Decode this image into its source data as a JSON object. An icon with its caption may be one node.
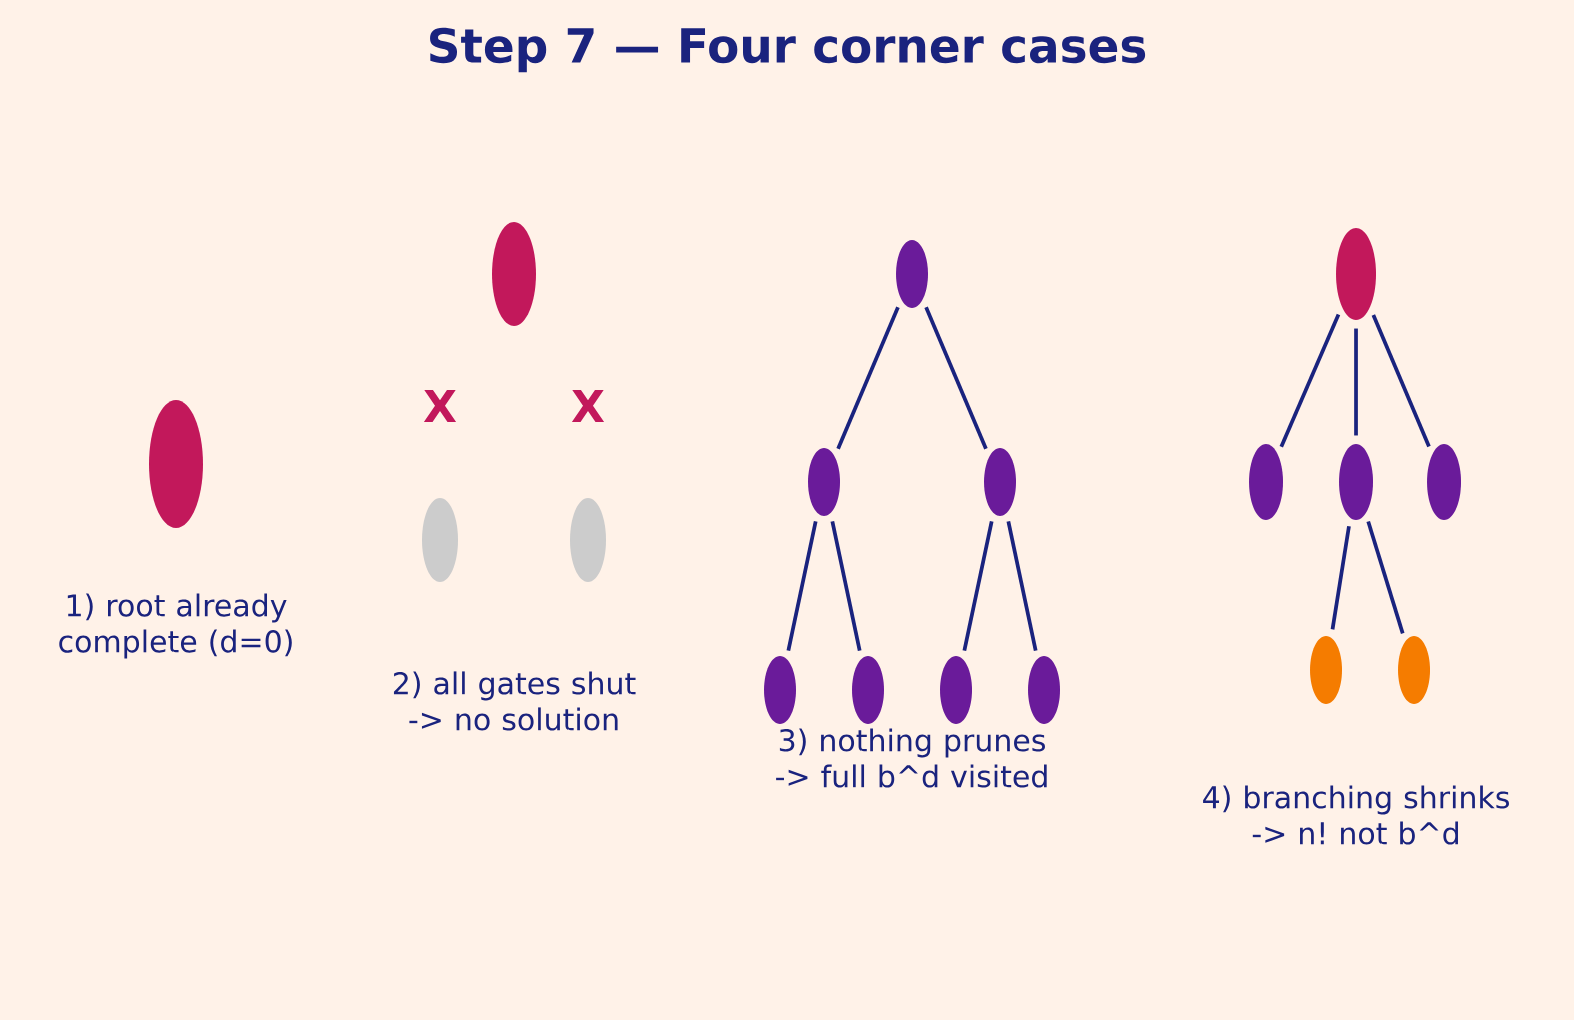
{
  "diagram": {
    "title": "Step 7 — Four corner cases",
    "nodes": [
      {
        "text": [],
        "shape": "ellipse"
      },
      {
        "text": [],
        "shape": "ellipse"
      },
      {
        "text": [],
        "shape": "ellipse"
      },
      {
        "text": [],
        "shape": "ellipse"
      },
      {
        "text": [],
        "shape": "ellipse"
      },
      {
        "text": [],
        "shape": "ellipse"
      },
      {
        "text": [],
        "shape": "ellipse"
      },
      {
        "text": [],
        "shape": "ellipse"
      },
      {
        "text": [],
        "shape": "ellipse"
      },
      {
        "text": [],
        "shape": "ellipse"
      },
      {
        "text": [],
        "shape": "ellipse"
      },
      {
        "text": [],
        "shape": "ellipse"
      },
      {
        "text": [],
        "shape": "ellipse"
      },
      {
        "text": [],
        "shape": "ellipse"
      },
      {
        "text": [],
        "shape": "ellipse"
      },
      {
        "text": [],
        "shape": "ellipse"
      },
      {
        "text": [],
        "shape": "ellipse"
      }
    ],
    "edges": [
      {
        "from": 4,
        "to": 5,
        "arrow": "none"
      },
      {
        "from": 4,
        "to": 6,
        "arrow": "none"
      },
      {
        "from": 5,
        "to": 7,
        "arrow": "none"
      },
      {
        "from": 5,
        "to": 8,
        "arrow": "none"
      },
      {
        "from": 6,
        "to": 9,
        "arrow": "none"
      },
      {
        "from": 6,
        "to": 10,
        "arrow": "none"
      },
      {
        "from": 11,
        "to": 12,
        "arrow": "none"
      },
      {
        "from": 11,
        "to": 13,
        "arrow": "none"
      },
      {
        "from": 11,
        "to": 14,
        "arrow": "none"
      },
      {
        "from": 13,
        "to": 15,
        "arrow": "none"
      },
      {
        "from": 13,
        "to": 16,
        "arrow": "none"
      }
    ],
    "labels": [
      "1) root already complete (d=0)",
      "X",
      "X",
      "2) all gates shut -> no solution",
      "3) nothing prunes -> full b^d visited",
      "4) branching shrinks -> n! not b^d"
    ]
  }
}
